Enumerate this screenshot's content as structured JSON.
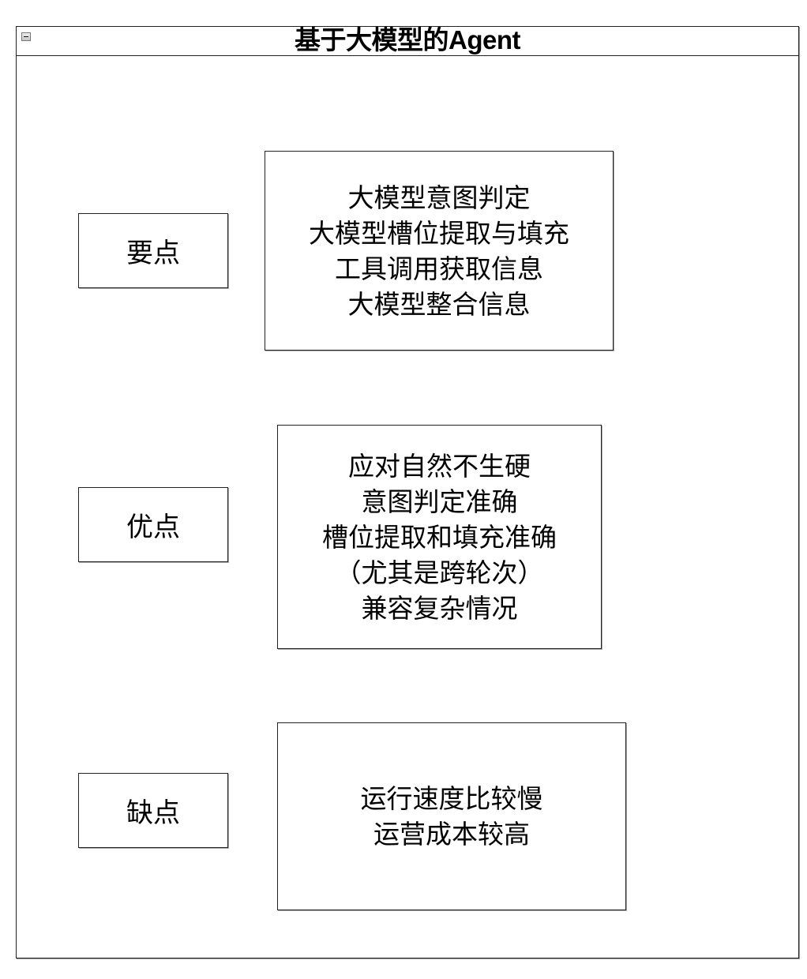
{
  "diagram": {
    "title": "基于大模型的Agent",
    "collapse_icon": "minus-box-icon",
    "rows": [
      {
        "label": "要点",
        "lines": [
          "大模型意图判定",
          "大模型槽位提取与填充",
          "工具调用获取信息",
          "大模型整合信息"
        ]
      },
      {
        "label": "优点",
        "lines": [
          "应对自然不生硬",
          "意图判定准确",
          "槽位提取和填充准确",
          "（尤其是跨轮次）",
          "兼容复杂情况"
        ]
      },
      {
        "label": "缺点",
        "lines": [
          "运行速度比较慢",
          "运营成本较高"
        ]
      }
    ]
  }
}
